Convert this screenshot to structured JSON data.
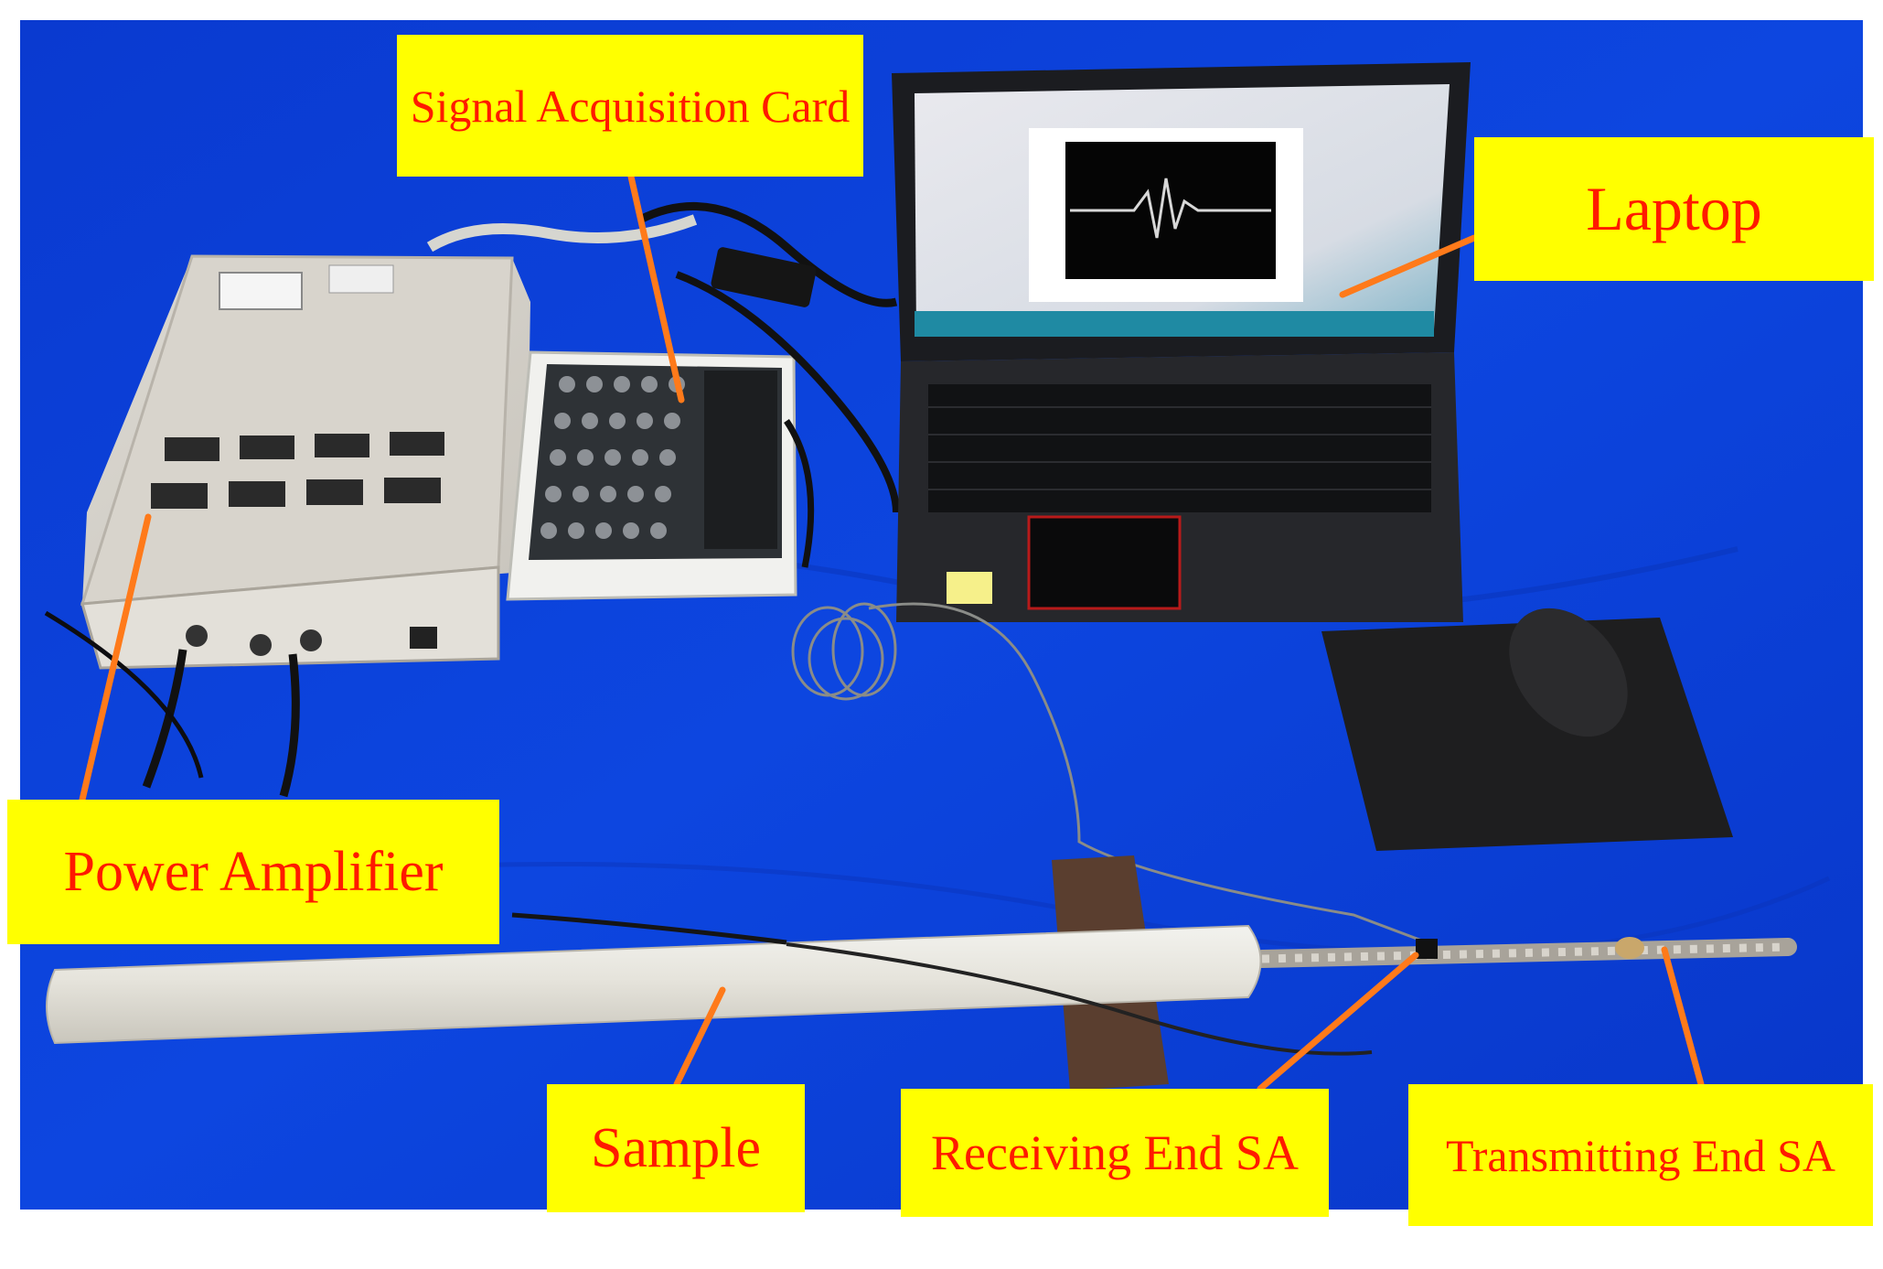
{
  "labels": {
    "signal_acquisition_card": "Signal Acquisition Card",
    "laptop": "Laptop",
    "power_amplifier": "Power Amplifier",
    "sample": "Sample",
    "receiving_end_sa": "Receiving End SA",
    "transmitting_end_sa": "Transmitting End SA"
  },
  "colors": {
    "label_background": "#ffff00",
    "label_text": "#ff1a00",
    "leader_line": "#ff7a1a",
    "table_cloth": "#0a3fd6"
  }
}
